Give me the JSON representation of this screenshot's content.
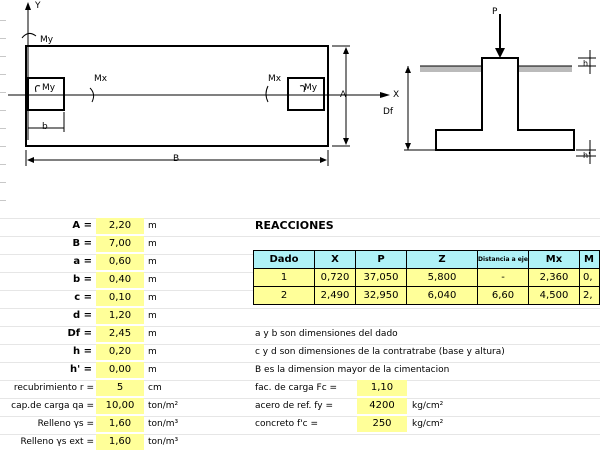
{
  "plan": {
    "y_axis": "Y",
    "x_axis": "X",
    "my_top": "My",
    "my_left": "My",
    "my_right": "My",
    "mx_left": "Mx",
    "mx_right": "Mx",
    "dim_b": "b",
    "dim_A": "A",
    "dim_B": "B"
  },
  "section": {
    "load": "P",
    "dim_h": "h",
    "dim_Df": "Df",
    "dim_h_prime": "h'"
  },
  "params": [
    {
      "label": "A =",
      "value": "2,20",
      "unit": "m"
    },
    {
      "label": "B =",
      "value": "7,00",
      "unit": "m"
    },
    {
      "label": "a =",
      "value": "0,60",
      "unit": "m"
    },
    {
      "label": "b =",
      "value": "0,40",
      "unit": "m"
    },
    {
      "label": "c =",
      "value": "0,10",
      "unit": "m"
    },
    {
      "label": "d =",
      "value": "1,20",
      "unit": "m"
    },
    {
      "label": "Df =",
      "value": "2,45",
      "unit": "m"
    },
    {
      "label": "h =",
      "value": "0,20",
      "unit": "m"
    },
    {
      "label": "h' =",
      "value": "0,00",
      "unit": "m"
    }
  ],
  "materials_left": [
    {
      "label": "recubrimiento r =",
      "value": "5",
      "unit": "cm"
    },
    {
      "label": "cap.de carga qa =",
      "value": "10,00",
      "unit": "ton/m²"
    },
    {
      "label": "Relleno γs =",
      "value": "1,60",
      "unit": "ton/m³"
    },
    {
      "label": "Relleno γs ext =",
      "value": "1,60",
      "unit": "ton/m³"
    }
  ],
  "materials_right": [
    {
      "label": "fac. de carga Fc =",
      "value": "1,10",
      "unit": ""
    },
    {
      "label": "acero de ref. fy =",
      "value": "4200",
      "unit": "kg/cm²"
    },
    {
      "label": "concreto f'c =",
      "value": "250",
      "unit": "kg/cm²"
    }
  ],
  "reactions": {
    "title": "REACCIONES",
    "headers": [
      "Dado",
      "X",
      "P",
      "Z",
      "Distancia a eje",
      "Mx",
      "M"
    ],
    "rows": [
      [
        "1",
        "0,720",
        "37,050",
        "5,800",
        "-",
        "2,360",
        "0,"
      ],
      [
        "2",
        "2,490",
        "32,950",
        "6,040",
        "6,60",
        "4,500",
        "2,"
      ]
    ]
  },
  "notes": [
    "a y b son dimensiones del dado",
    "c y d son dimensiones de la contratrabe (base y altura)",
    "B es la dimension mayor de la cimentacion"
  ]
}
